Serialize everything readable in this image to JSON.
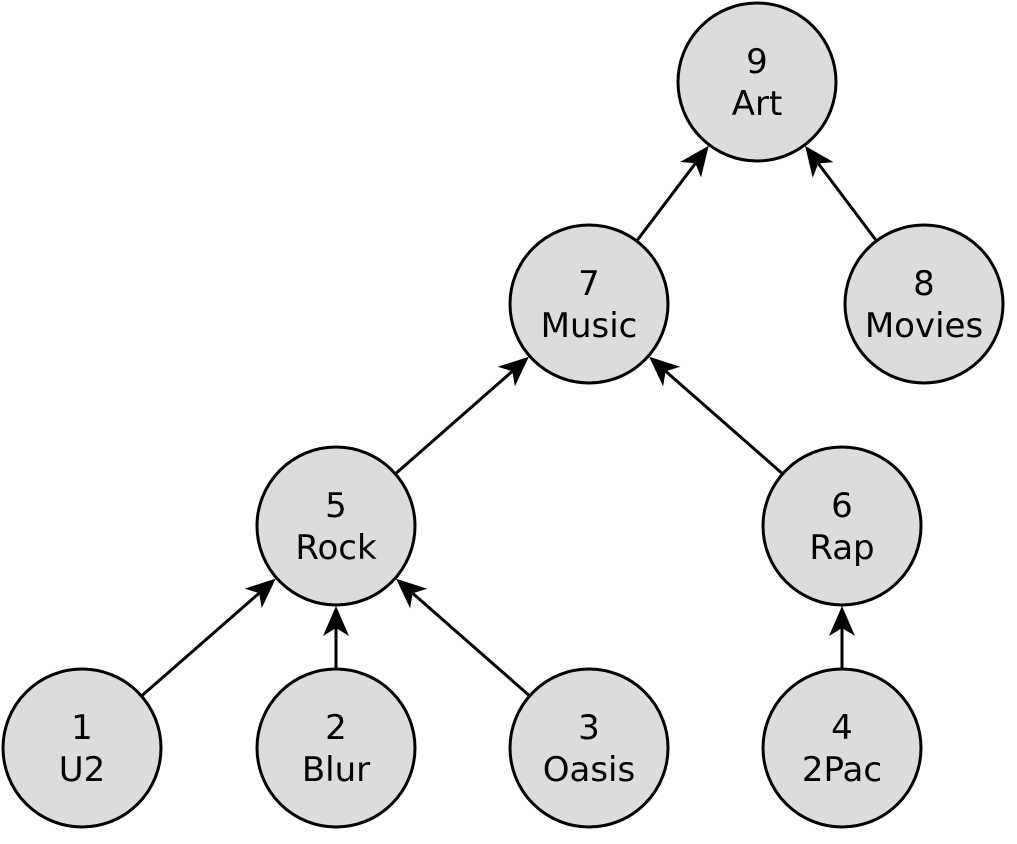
{
  "diagram": {
    "type": "tree",
    "direction": "child-to-parent",
    "colors": {
      "node_fill": "#dcdcdc",
      "stroke": "#000000",
      "text": "#000000"
    },
    "nodes": [
      {
        "id": "1",
        "label": "U2"
      },
      {
        "id": "2",
        "label": "Blur"
      },
      {
        "id": "3",
        "label": "Oasis"
      },
      {
        "id": "4",
        "label": "2Pac"
      },
      {
        "id": "5",
        "label": "Rock"
      },
      {
        "id": "6",
        "label": "Rap"
      },
      {
        "id": "7",
        "label": "Music"
      },
      {
        "id": "8",
        "label": "Movies"
      },
      {
        "id": "9",
        "label": "Art"
      }
    ],
    "edges": [
      {
        "from": "1",
        "to": "5"
      },
      {
        "from": "2",
        "to": "5"
      },
      {
        "from": "3",
        "to": "5"
      },
      {
        "from": "4",
        "to": "6"
      },
      {
        "from": "5",
        "to": "7"
      },
      {
        "from": "6",
        "to": "7"
      },
      {
        "from": "7",
        "to": "9"
      },
      {
        "from": "8",
        "to": "9"
      }
    ]
  }
}
